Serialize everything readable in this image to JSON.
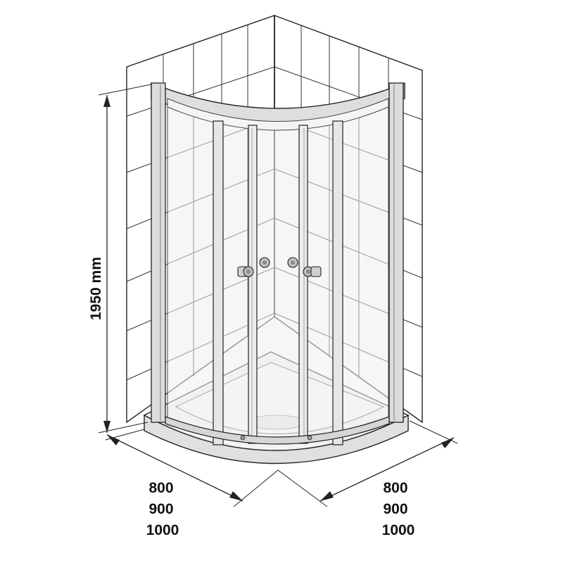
{
  "dimensions": {
    "height_label": "1950 mm",
    "left_sizes": [
      "800",
      "900",
      "1000"
    ],
    "right_sizes": [
      "800",
      "900",
      "1000"
    ]
  },
  "colors": {
    "line": "#222222",
    "frame": "#d9d9d9",
    "glass": "#ececec",
    "tray": "#e4e4e4",
    "background": "#ffffff"
  }
}
